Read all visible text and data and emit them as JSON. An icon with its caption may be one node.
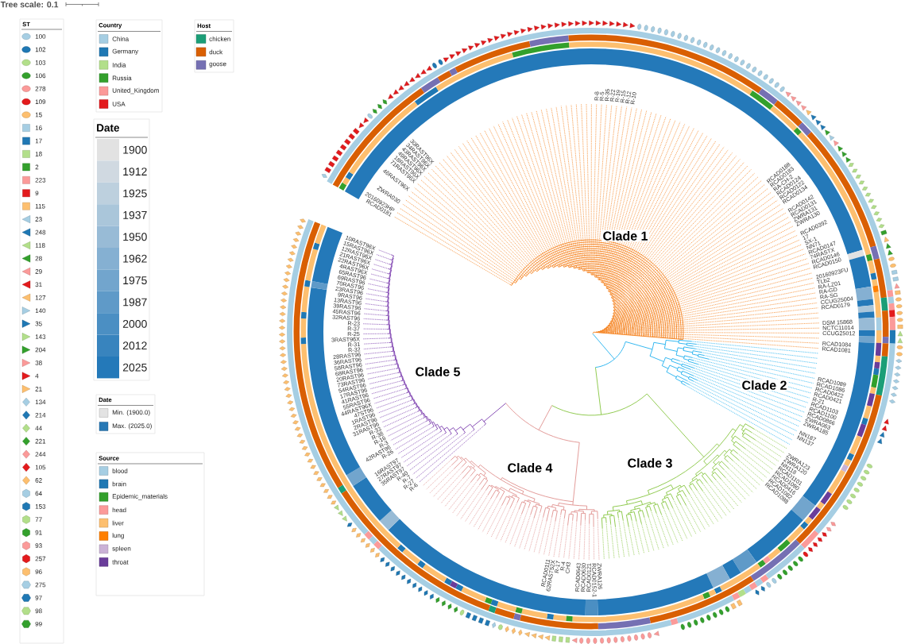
{
  "diagram": {
    "labels": [
      "Tree scale: 0.1",
      "ST",
      "Country",
      "Host",
      "Date",
      "Date",
      "Source",
      "Clade 1",
      "Clade 5",
      "Clade 2",
      "Clade 4",
      "Clade 3",
      "30RAST96X",
      "34RAST96X",
      "43RAST96X",
      "49RAST96X",
      "18RAST96X",
      "71RAST96X",
      "46RAST96X",
      "ZWRA030",
      "20160923HP",
      "RCAD0181",
      "R-8",
      "R-5",
      "R-35",
      "R-22",
      "R-19",
      "R-15",
      "R-12",
      "R-10",
      "RCAD0188",
      "RCAD0183",
      "RA-CH-2",
      "RCAD0124",
      "RCAD0122",
      "RCAD0134",
      "RCAD0142",
      "RCAD0131",
      "ZWRA131",
      "ZWRA130",
      "RCAD0392",
      "17",
      "SX-1",
      "NN71",
      "RCAD0147",
      "74RASTX",
      "RCAD0146",
      "RCAD0150",
      "20160923FU",
      "TLb2",
      "RA-LZ01",
      "RA-GD",
      "RA-SG",
      "CCUG25004",
      "RCAD0179",
      "DSM 15868",
      "NCTC11014",
      "CCUG25012",
      "RCAD1084",
      "RCAD1081",
      "RCAD1089",
      "RCAD1086",
      "RCAD0422",
      "RCAD0421",
      "R-21",
      "RCAD1103",
      "RCAD1100",
      "RCAD0866",
      "ZWRA063",
      "ZWRA185",
      "NN187",
      "NN137",
      "ZWRA123",
      "ZWRA120",
      "NN118",
      "RCAD1101",
      "RCAD1090",
      "RCAD0416",
      "RCAD1082",
      "RCAD1088",
      "RCAD0111",
      "62RAST52X",
      "R-17",
      "R-4",
      "CH3",
      "RCAD0643",
      "RCAD0630",
      "RCAD0121",
      "RCAD0152-1",
      "ZWRA126",
      "10RAST96X",
      "15RAST96X",
      "12RAST96X",
      "21RAST96X",
      "22RAST96X",
      "4RAST96X",
      "65RAST96",
      "69RAST96",
      "70RAST96",
      "23RAST96",
      "9RAST96",
      "13RAST96",
      "39RAST96",
      "45RAST96",
      "32RAST96",
      "R-23",
      "R-37",
      "R-25",
      "3RAST96X",
      "R-31",
      "R-32",
      "28RAST96",
      "36RAST96",
      "58RAST96",
      "68RAST96",
      "20RAST96",
      "73RAST96",
      "54RAST96",
      "17RAST96",
      "41RAST96",
      "55RAST96",
      "44RAST96X",
      "47ST96",
      "1RAST96",
      "2RAST96",
      "31RAST96",
      "R-33",
      "R-38",
      "R-16",
      "R-3",
      "42RAST96",
      "R-26",
      "16RAST97",
      "27RAST97",
      "35RAST97",
      "R-40",
      "R-7",
      "R-27",
      "R-6"
    ],
    "legend": [
      {
        "text": "100",
        "color": "#a6cee3"
      },
      {
        "text": "102",
        "color": "#1f78b4"
      },
      {
        "text": "103",
        "color": "#b2df8a"
      },
      {
        "text": "106",
        "color": "#33a02c"
      },
      {
        "text": "278",
        "color": "#fb9a99"
      },
      {
        "text": "109",
        "color": "#e31a1c"
      },
      {
        "text": "15",
        "color": "#fdbf6f"
      },
      {
        "text": "16",
        "color": "#a6cee3"
      },
      {
        "text": "17",
        "color": "#1f78b4"
      },
      {
        "text": "18",
        "color": "#b2df8a"
      },
      {
        "text": "2",
        "color": "#33a02c"
      },
      {
        "text": "223",
        "color": "#fb9a99"
      },
      {
        "text": "9",
        "color": "#e31a1c"
      },
      {
        "text": "115",
        "color": "#fdbf6f"
      },
      {
        "text": "23",
        "color": "#a6cee3"
      },
      {
        "text": "248",
        "color": "#1f78b4"
      },
      {
        "text": "118",
        "color": "#b2df8a"
      },
      {
        "text": "28",
        "color": "#33a02c"
      },
      {
        "text": "29",
        "color": "#fb9a99"
      },
      {
        "text": "31",
        "color": "#e31a1c"
      },
      {
        "text": "127",
        "color": "#fdbf6f"
      },
      {
        "text": "140",
        "color": "#a6cee3"
      },
      {
        "text": "35",
        "color": "#1f78b4"
      },
      {
        "text": "143",
        "color": "#b2df8a"
      },
      {
        "text": "204",
        "color": "#33a02c"
      },
      {
        "text": "38",
        "color": "#fb9a99"
      },
      {
        "text": "4",
        "color": "#e31a1c"
      },
      {
        "text": "21",
        "color": "#fdbf6f"
      },
      {
        "text": "134",
        "color": "#a6cee3"
      },
      {
        "text": "214",
        "color": "#1f78b4"
      },
      {
        "text": "44",
        "color": "#b2df8a"
      },
      {
        "text": "221",
        "color": "#33a02c"
      },
      {
        "text": "244",
        "color": "#fb9a99"
      },
      {
        "text": "105",
        "color": "#e31a1c"
      },
      {
        "text": "62",
        "color": "#fdbf6f"
      },
      {
        "text": "64",
        "color": "#a6cee3"
      },
      {
        "text": "153",
        "color": "#1f78b4"
      },
      {
        "text": "77",
        "color": "#b2df8a"
      },
      {
        "text": "91",
        "color": "#33a02c"
      },
      {
        "text": "93",
        "color": "#fb9a99"
      },
      {
        "text": "257",
        "color": "#e31a1c"
      },
      {
        "text": "96",
        "color": "#fdbf6f"
      },
      {
        "text": "275",
        "color": "#a6cee3"
      },
      {
        "text": "97",
        "color": "#1f78b4"
      },
      {
        "text": "98",
        "color": "#b2df8a"
      },
      {
        "text": "99",
        "color": "#33a02c"
      },
      {
        "text": "China",
        "color": "#a6cee3"
      },
      {
        "text": "Germany",
        "color": "#1f78b4"
      },
      {
        "text": "India",
        "color": "#b2df8a"
      },
      {
        "text": "Russia",
        "color": "#33a02c"
      },
      {
        "text": "United_Kingdom",
        "color": "#fb9a99"
      },
      {
        "text": "USA",
        "color": "#e31a1c"
      },
      {
        "text": "chicken",
        "color": "#1b9e77"
      },
      {
        "text": "duck",
        "color": "#d95f02"
      },
      {
        "text": "goose",
        "color": "#7570b3"
      },
      {
        "text": "1900",
        "color": "#e2e2e2"
      },
      {
        "text": "1912",
        "color": "#d0d9e1"
      },
      {
        "text": "1925",
        "color": "#bdd0de"
      },
      {
        "text": "1937",
        "color": "#aac6da"
      },
      {
        "text": "1950",
        "color": "#98bbd6"
      },
      {
        "text": "1962",
        "color": "#85b0d2"
      },
      {
        "text": "1975",
        "color": "#72a5cd"
      },
      {
        "text": "1987",
        "color": "#5f9ac8"
      },
      {
        "text": "2000",
        "color": "#4b8fc3"
      },
      {
        "text": "2012",
        "color": "#3884be"
      },
      {
        "text": "2025",
        "color": "#2479b9"
      },
      {
        "text": "Min. (1900.0)",
        "color": "#e3e3e3"
      },
      {
        "text": "Max. (2025.0)",
        "color": "#2678b5"
      },
      {
        "text": "blood",
        "color": "#a6cee3"
      },
      {
        "text": "brain",
        "color": "#1f78b4"
      },
      {
        "text": "Epidemic_materials",
        "color": "#33a02c"
      },
      {
        "text": "head",
        "color": "#fb9a99"
      },
      {
        "text": "liver",
        "color": "#fdbf6f"
      },
      {
        "text": "lung",
        "color": "#ff7f00"
      },
      {
        "text": "spleen",
        "color": "#cab2d6"
      },
      {
        "text": "throat",
        "color": "#6a3d9a"
      }
    ]
  }
}
